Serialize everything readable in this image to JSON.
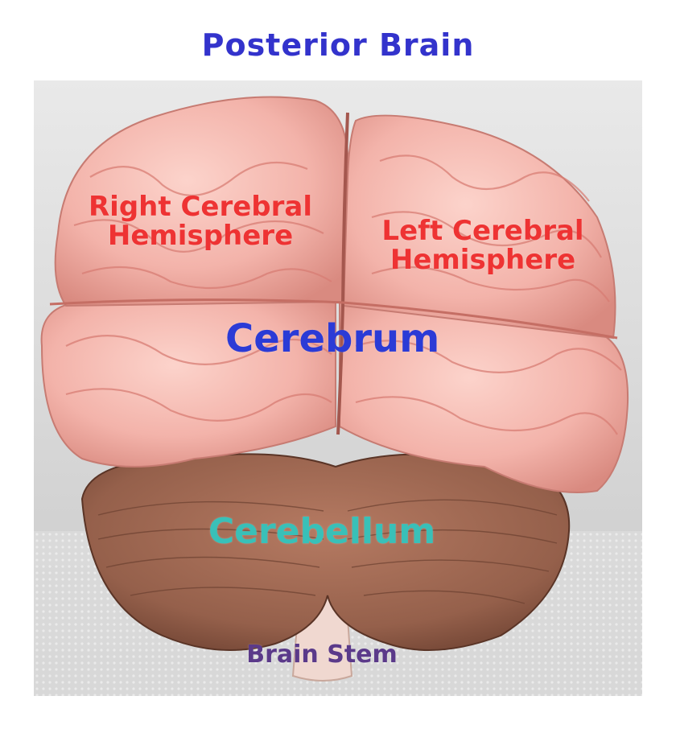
{
  "title": "Posterior Brain",
  "labels": {
    "right_hemisphere": {
      "line1": "Right Cerebral",
      "line2": "Hemisphere"
    },
    "left_hemisphere": {
      "line1": "Left Cerebral",
      "line2": "Hemisphere"
    },
    "cerebrum": "Cerebrum",
    "cerebellum": "Cerebellum",
    "brain_stem": "Brain Stem"
  },
  "colors": {
    "title": "#3333cc",
    "hemisphere_labels": "#ee3333",
    "cerebrum": "#2b3bd6",
    "cerebellum": "#39c0b8",
    "brain_stem": "#5b3a8a",
    "brain_pink": "#f2b1a9",
    "cerebellum_brown": "#9c6650",
    "background_grey": "#d8d8d8"
  }
}
